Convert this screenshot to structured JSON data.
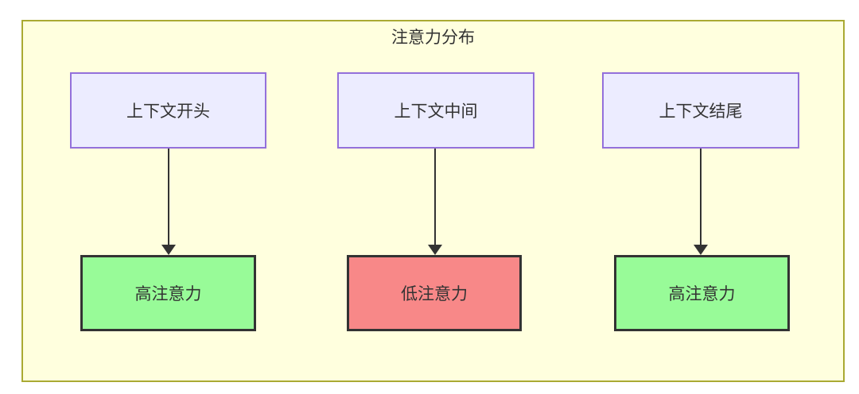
{
  "diagram": {
    "title": "注意力分布",
    "title_color": "#333333",
    "container": {
      "fill": "#ffffde",
      "stroke": "#aaaa33"
    },
    "text_color": "#333333",
    "columns": [
      {
        "id": "left",
        "source": {
          "label": "上下文开头",
          "fill": "#ececff",
          "stroke": "#9370db",
          "text_color": "#333333"
        },
        "edge": {
          "color": "#333333",
          "direction": "down"
        },
        "target": {
          "label": "高注意力",
          "fill": "#98fb98",
          "stroke": "#333333",
          "text_color": "#333333"
        }
      },
      {
        "id": "middle",
        "source": {
          "label": "上下文中间",
          "fill": "#ececff",
          "stroke": "#9370db",
          "text_color": "#333333"
        },
        "edge": {
          "color": "#333333",
          "direction": "down"
        },
        "target": {
          "label": "低注意力",
          "fill": "#f88888",
          "stroke": "#333333",
          "text_color": "#333333"
        }
      },
      {
        "id": "right",
        "source": {
          "label": "上下文结尾",
          "fill": "#ececff",
          "stroke": "#9370db",
          "text_color": "#333333"
        },
        "edge": {
          "color": "#333333",
          "direction": "down"
        },
        "target": {
          "label": "高注意力",
          "fill": "#98fb98",
          "stroke": "#333333",
          "text_color": "#333333"
        }
      }
    ]
  }
}
